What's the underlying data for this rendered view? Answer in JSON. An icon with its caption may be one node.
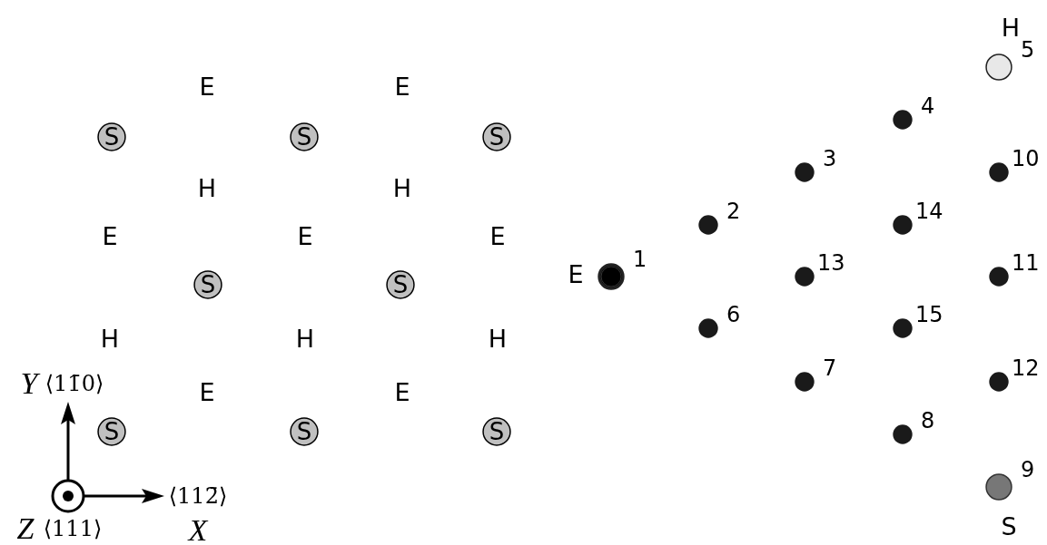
{
  "diagram": {
    "nodes": [
      {
        "text": [
          "S"
        ]
      },
      {
        "text": [
          "S"
        ]
      },
      {
        "text": [
          "S"
        ]
      },
      {
        "text": [
          "S"
        ]
      },
      {
        "text": [
          "S"
        ]
      },
      {
        "text": [
          "S"
        ]
      },
      {
        "text": [
          "S"
        ]
      },
      {
        "text": [
          "S"
        ]
      },
      {
        "text": [],
        "shape": "circle",
        "beside": [
          "1",
          "E"
        ]
      },
      {
        "text": [],
        "shape": "circle",
        "beside": [
          "2"
        ]
      },
      {
        "text": [],
        "shape": "circle",
        "beside": [
          "3"
        ]
      },
      {
        "text": [],
        "shape": "circle",
        "beside": [
          "4"
        ]
      },
      {
        "text": [],
        "shape": "circle",
        "beside": [
          "5",
          "H"
        ]
      },
      {
        "text": [],
        "shape": "circle",
        "beside": [
          "6"
        ]
      },
      {
        "text": [],
        "shape": "circle",
        "beside": [
          "7"
        ]
      },
      {
        "text": [],
        "shape": "circle",
        "beside": [
          "8"
        ]
      },
      {
        "text": [],
        "shape": "circle",
        "beside": [
          "9",
          "S"
        ]
      },
      {
        "text": [],
        "shape": "circle",
        "beside": [
          "10"
        ]
      },
      {
        "text": [],
        "shape": "circle",
        "beside": [
          "11"
        ]
      },
      {
        "text": [],
        "shape": "circle",
        "beside": [
          "12"
        ]
      },
      {
        "text": [],
        "shape": "circle",
        "beside": [
          "13"
        ]
      },
      {
        "text": [],
        "shape": "circle",
        "beside": [
          "14"
        ]
      },
      {
        "text": [],
        "shape": "circle",
        "beside": [
          "15"
        ]
      }
    ],
    "labels": [
      "E",
      "E",
      "H",
      "H",
      "E",
      "E",
      "E",
      "H",
      "H",
      "H",
      "Y",
      "⟨11̄0⟩",
      "E",
      "E",
      "⟨112̄⟩",
      "Z",
      "⟨111⟩",
      "X"
    ]
  }
}
